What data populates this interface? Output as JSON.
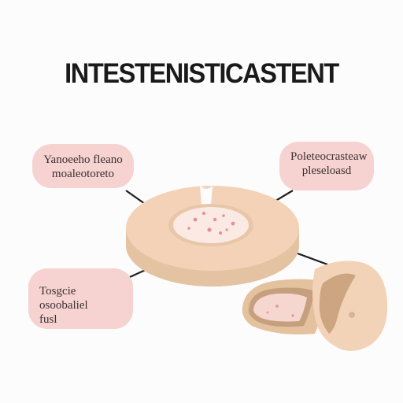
{
  "title": "INTESTENISTICASTENT",
  "callouts": {
    "top_left": "Yanoeeho fleano\nmoaleotoreto",
    "top_right": "Poleteocrasteaw\npleseloasd",
    "bottom_left": "Tosgcie osoobaliel\nfusl"
  },
  "colors": {
    "callout_fill": "#f6d3d1",
    "tissue_outer": "#f2d0b4",
    "tissue_base": "#e2c3a0",
    "lumen_fill": "#fbe6e0",
    "title_text": "#1a1a1a"
  },
  "icons": [
    "intestine-cross-section-icon",
    "intestine-segment-icon"
  ]
}
